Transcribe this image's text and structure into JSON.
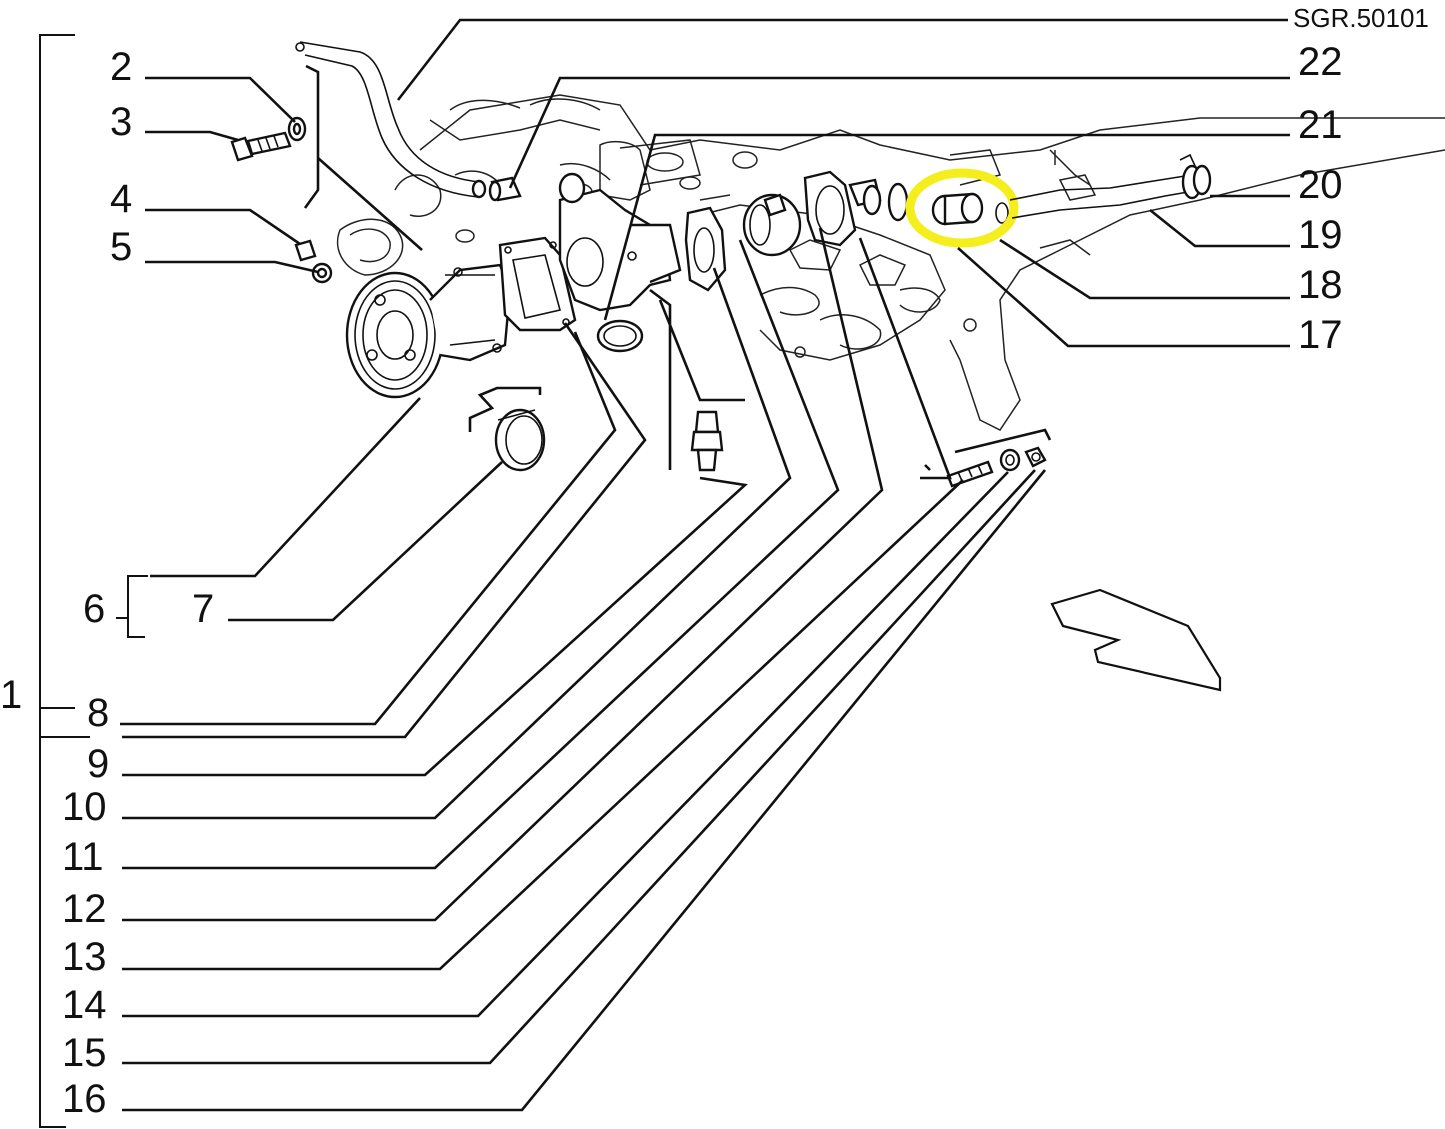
{
  "reference_code": "SGR.50101",
  "labels": {
    "p1": "1",
    "p2": "2",
    "p3": "3",
    "p4": "4",
    "p5": "5",
    "p6": "6",
    "p7": "7",
    "p8": "8",
    "p9": "9",
    "p10": "10",
    "p11": "11",
    "p12": "12",
    "p13": "13",
    "p14": "14",
    "p15": "15",
    "p16": "16",
    "p17": "17",
    "p18": "18",
    "p19": "19",
    "p20": "20",
    "p21": "21",
    "p22": "22"
  },
  "colors": {
    "highlight": "#f4ee1c",
    "line": "#111111",
    "background": "#ffffff"
  }
}
